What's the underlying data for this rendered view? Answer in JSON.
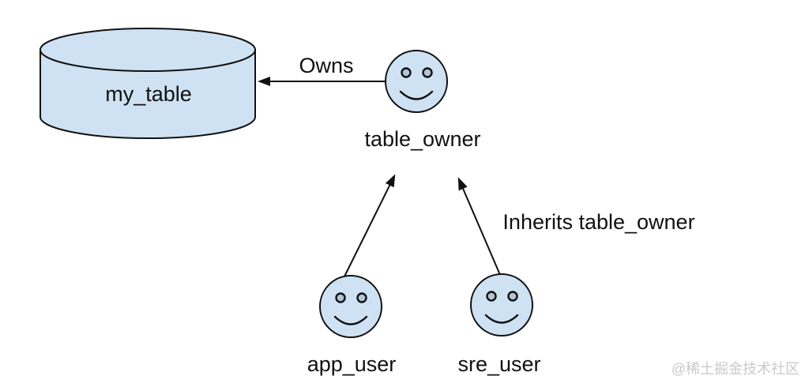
{
  "diagram": {
    "background_color": "#ffffff",
    "shape_fill_color": "#cfe2f3",
    "shape_stroke_color": "#111111",
    "eye_fill_color": "#b3c4d6",
    "nodes": {
      "my_table": {
        "type": "database-cylinder",
        "label": "my_table"
      },
      "table_owner": {
        "type": "user",
        "label": "table_owner"
      },
      "app_user": {
        "type": "user",
        "label": "app_user"
      },
      "sre_user": {
        "type": "user",
        "label": "sre_user"
      }
    },
    "edges": {
      "owns": {
        "from": "table_owner",
        "to": "my_table",
        "label": "Owns"
      },
      "app_user_to_table_owner": {
        "from": "app_user",
        "to": "table_owner",
        "label": ""
      },
      "sre_user_to_table_owner": {
        "from": "sre_user",
        "to": "table_owner",
        "label": "Inherits table_owner"
      }
    },
    "watermark": "@稀土掘金技术社区"
  }
}
